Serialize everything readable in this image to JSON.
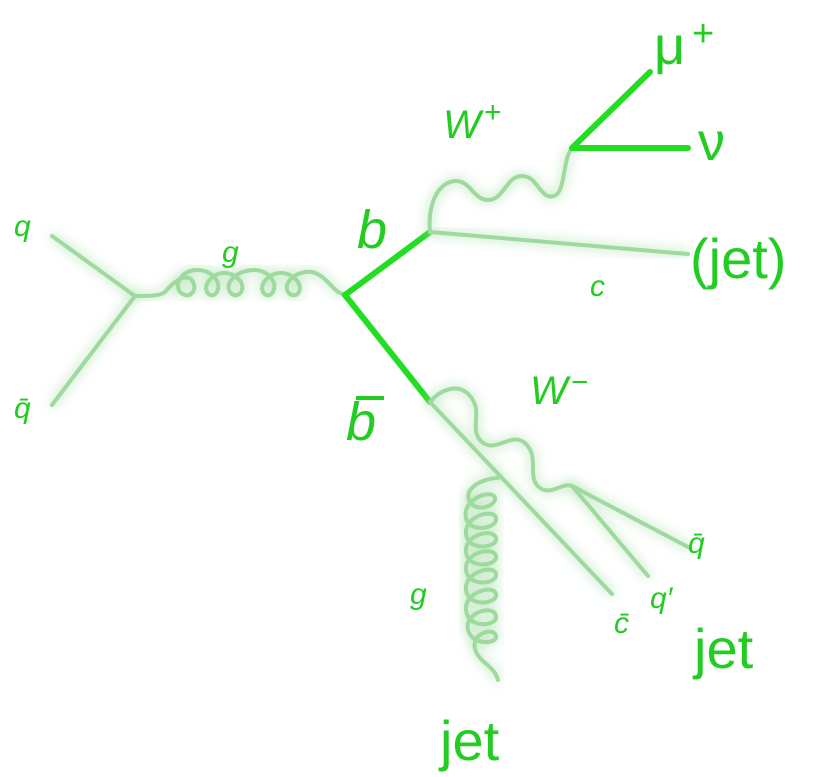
{
  "diagram": {
    "colors": {
      "faint_line": "#9ed99e",
      "strong_line": "#22dd22",
      "label": "#22cc22"
    },
    "labels": {
      "q_in": "q",
      "qbar_in": "q̄",
      "gluon": "g",
      "b": "b",
      "bbar": "b",
      "w_plus": "W",
      "w_plus_sup": "+",
      "w_minus": "W",
      "w_minus_sup": "−",
      "mu_plus": "μ",
      "mu_plus_sup": "+",
      "nu": "ν",
      "c": "c",
      "jet_paren": "(jet)",
      "cbar": "c̄",
      "qprime": "q′",
      "qbar_out": "q̄",
      "jet_right": "jet",
      "gluon_radiated": "g",
      "jet_bottom": "jet"
    }
  }
}
